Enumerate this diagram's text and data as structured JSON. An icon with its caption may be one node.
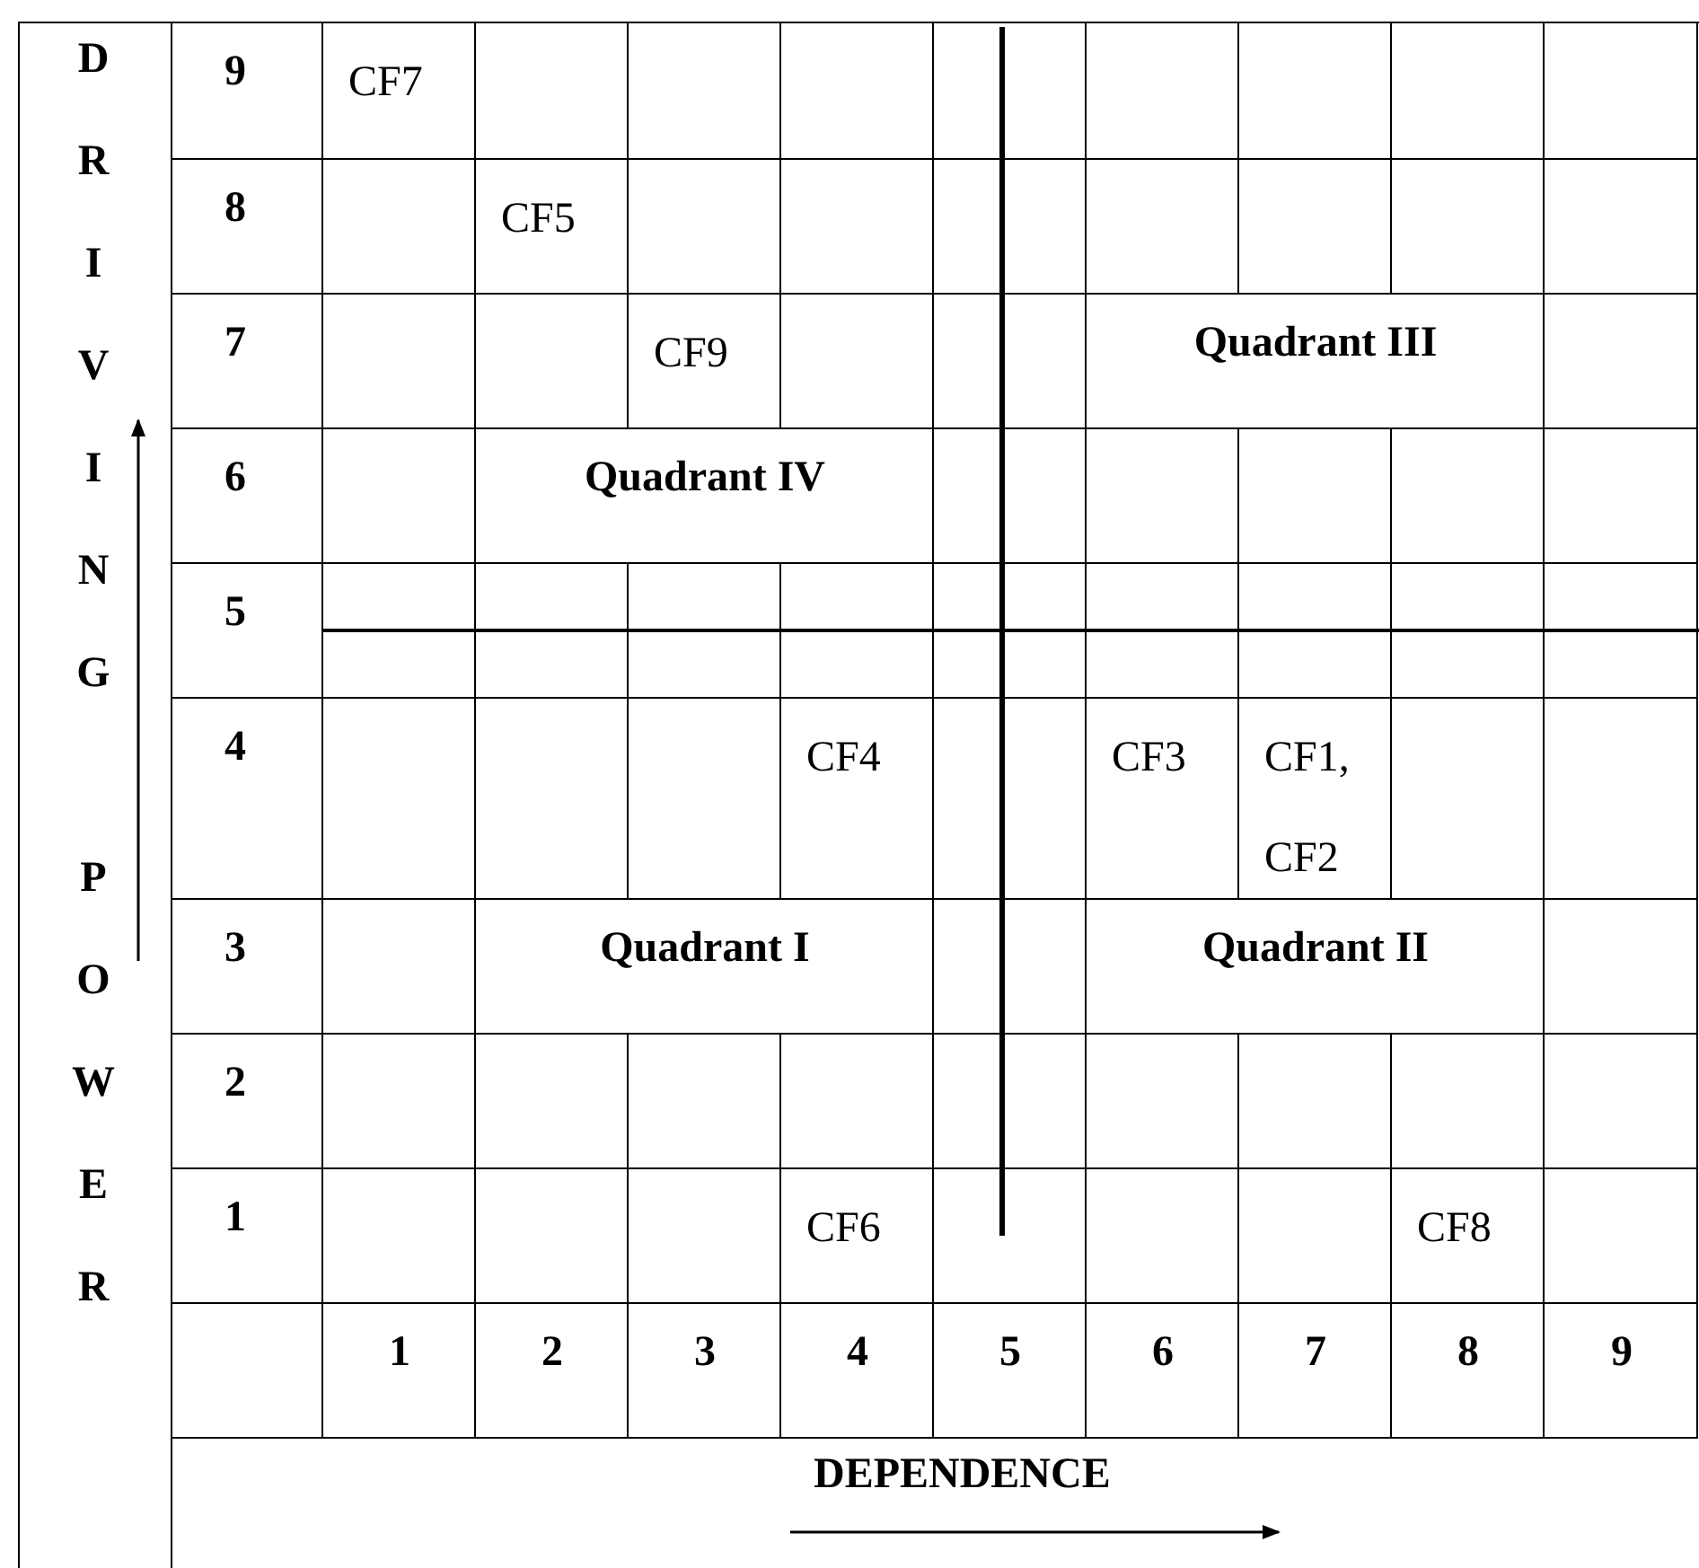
{
  "diagram": {
    "labels": [
      "DRIVING POWER",
      "9",
      "CF7",
      "8",
      "CF5",
      "7",
      "CF9",
      "Quadrant III",
      "6",
      "Quadrant IV",
      "5",
      "4",
      "CF4",
      "CF3",
      "CF1, CF2",
      "3",
      "Quadrant I",
      "Quadrant II",
      "2",
      "1",
      "CF6",
      "CF8",
      "1",
      "2",
      "3",
      "4",
      "5",
      "6",
      "7",
      "8",
      "9",
      "DEPENDENCE"
    ]
  }
}
